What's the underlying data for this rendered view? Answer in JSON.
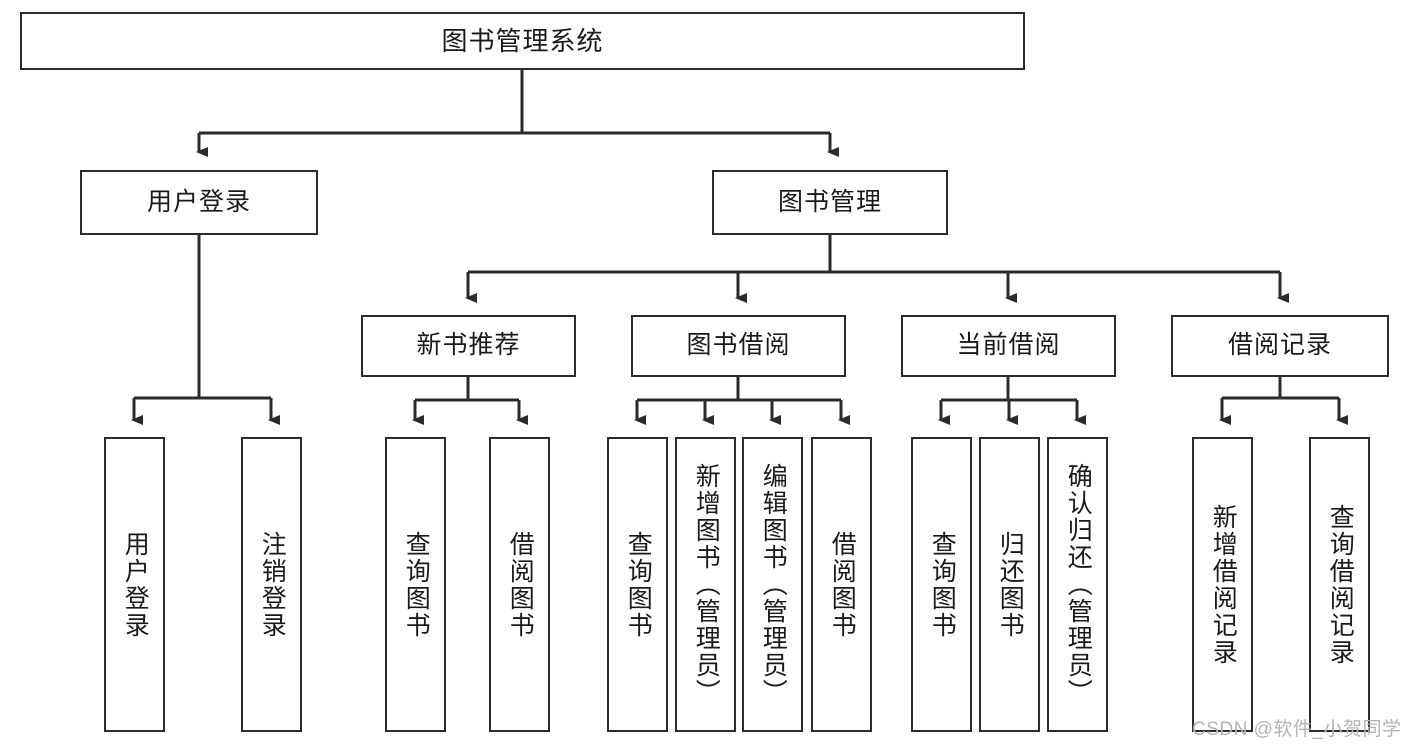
{
  "diagram": {
    "type": "tree-hierarchy-chart",
    "title": "图书管理系统",
    "watermark": "CSDN @软件_小贺同学",
    "colors": {
      "box_border": "#2b2b2b",
      "box_fill": "#ffffff",
      "connector": "#2b2b2b",
      "text": "#1a1a1a",
      "watermark": "#b4b4b4",
      "background": "#ffffff"
    },
    "levels": [
      {
        "level": 1,
        "nodes": [
          {
            "id": "root",
            "label": "图书管理系统",
            "orientation": "horizontal"
          }
        ]
      },
      {
        "level": 2,
        "nodes": [
          {
            "id": "login",
            "label": "用户登录",
            "orientation": "horizontal",
            "parent": "root"
          },
          {
            "id": "bookmgmt",
            "label": "图书管理",
            "orientation": "horizontal",
            "parent": "root"
          }
        ]
      },
      {
        "level": 3,
        "nodes": [
          {
            "id": "newbook",
            "label": "新书推荐",
            "orientation": "horizontal",
            "parent": "bookmgmt"
          },
          {
            "id": "borrow",
            "label": "图书借阅",
            "orientation": "horizontal",
            "parent": "bookmgmt"
          },
          {
            "id": "current",
            "label": "当前借阅",
            "orientation": "horizontal",
            "parent": "bookmgmt"
          },
          {
            "id": "records",
            "label": "借阅记录",
            "orientation": "horizontal",
            "parent": "bookmgmt"
          }
        ]
      },
      {
        "level": 4,
        "nodes": [
          {
            "id": "leaf1",
            "label": "用户登录",
            "orientation": "vertical",
            "parent": "login"
          },
          {
            "id": "leaf2",
            "label": "注销登录",
            "orientation": "vertical",
            "parent": "login"
          },
          {
            "id": "leaf3",
            "label": "查询图书",
            "orientation": "vertical",
            "parent": "newbook"
          },
          {
            "id": "leaf4",
            "label": "借阅图书",
            "orientation": "vertical",
            "parent": "newbook"
          },
          {
            "id": "leaf5",
            "label": "查询图书",
            "orientation": "vertical",
            "parent": "borrow"
          },
          {
            "id": "leaf6",
            "label": "新增图书（管理员）",
            "orientation": "vertical",
            "parent": "borrow"
          },
          {
            "id": "leaf7",
            "label": "编辑图书（管理员）",
            "orientation": "vertical",
            "parent": "borrow"
          },
          {
            "id": "leaf8",
            "label": "借阅图书",
            "orientation": "vertical",
            "parent": "borrow"
          },
          {
            "id": "leaf9",
            "label": "查询图书",
            "orientation": "vertical",
            "parent": "current"
          },
          {
            "id": "leaf10",
            "label": "归还图书",
            "orientation": "vertical",
            "parent": "current"
          },
          {
            "id": "leaf11",
            "label": "确认归还（管理员）",
            "orientation": "vertical",
            "parent": "current"
          },
          {
            "id": "leaf12",
            "label": "新增借阅记录",
            "orientation": "vertical",
            "parent": "records"
          },
          {
            "id": "leaf13",
            "label": "查询借阅记录",
            "orientation": "vertical",
            "parent": "records"
          }
        ]
      }
    ]
  }
}
